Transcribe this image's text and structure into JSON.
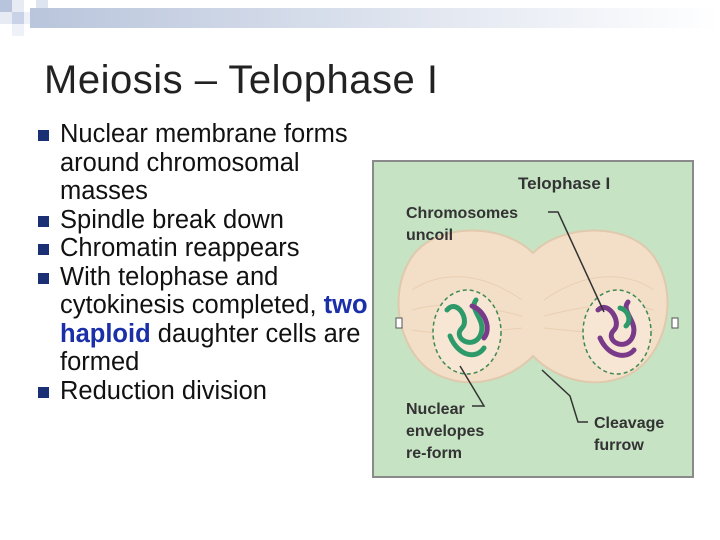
{
  "slide": {
    "title": "Meiosis – Telophase I",
    "bullets": [
      {
        "text": "Nuclear membrane forms around chromosomal masses"
      },
      {
        "text": "Spindle break down"
      },
      {
        "text": "Chromatin reappears"
      },
      {
        "pre": "With telophase and cytokinesis completed, ",
        "highlight": "two haploid",
        "post": " daughter cells are formed"
      },
      {
        "text": "Reduction division"
      }
    ],
    "colors": {
      "bullet": "#1a2f74",
      "highlight": "#1a2fa8",
      "panel": "#c6e3c4",
      "cell": "#f3dfc8"
    }
  },
  "figure": {
    "title": "Telophase I",
    "labels": {
      "chromosomes_1": "Chromosomes",
      "chromosomes_2": "uncoil",
      "nuclear_1": "Nuclear",
      "nuclear_2": "envelopes",
      "nuclear_3": "re-form",
      "cleavage_1": "Cleavage",
      "cleavage_2": "furrow"
    }
  }
}
